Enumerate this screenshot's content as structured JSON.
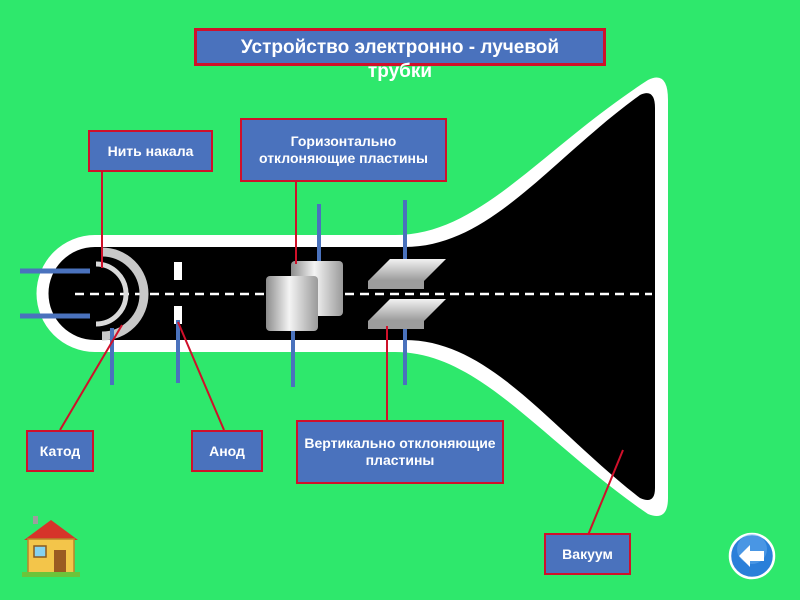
{
  "title": {
    "line1": "Устройство электронно - лучевой",
    "line2": "трубки"
  },
  "labels": {
    "filament": "Нить накала",
    "horizontal_plates": "Горизонтально отклоняющие пластины",
    "vertical_plates": "Вертикально отклоняющие пластины",
    "cathode": "Катод",
    "anode": "Анод",
    "vacuum": "Вакуум"
  },
  "nav": {
    "home_icon": "house-icon",
    "back_icon": "arrow-left-icon"
  },
  "colors": {
    "background": "#2ee86c",
    "tube": "#000000",
    "label_fill": "#4a72bd",
    "label_border": "#d0102a",
    "leader_line": "#d0102a",
    "electrode": "#4a72bd"
  }
}
